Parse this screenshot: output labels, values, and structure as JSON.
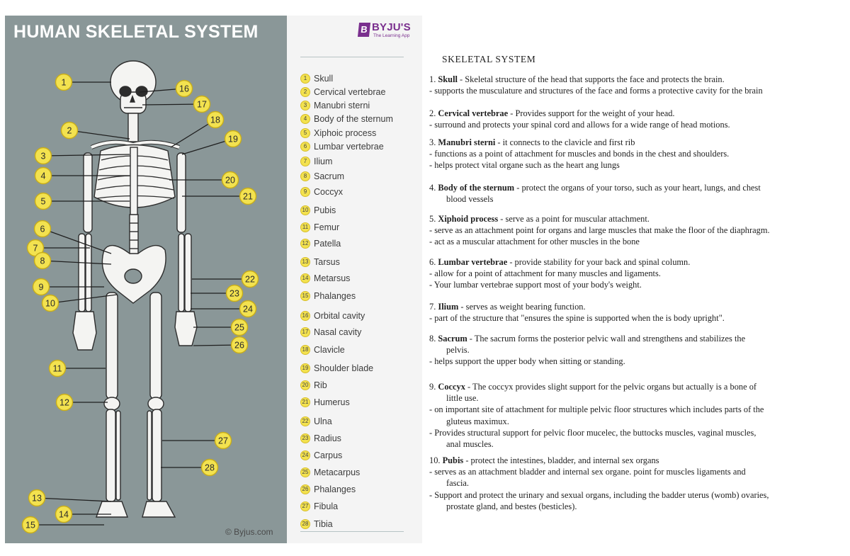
{
  "poster": {
    "title": "HUMAN SKELETAL SYSTEM",
    "brand": "BYJU'S",
    "brand_tagline": "The Learning App",
    "credit": "© Byjus.com",
    "legend": [
      {
        "n": "1",
        "label": "Skull"
      },
      {
        "n": "2",
        "label": "Cervical vertebrae"
      },
      {
        "n": "3",
        "label": "Manubri sterni"
      },
      {
        "n": "4",
        "label": "Body of the sternum"
      },
      {
        "n": "5",
        "label": "Xiphoic process"
      },
      {
        "n": "6",
        "label": "Lumbar vertebrae"
      },
      {
        "n": "7",
        "label": "Ilium"
      },
      {
        "n": "8",
        "label": "Sacrum"
      },
      {
        "n": "9",
        "label": "Coccyx"
      },
      {
        "n": "10",
        "label": "Pubis"
      },
      {
        "n": "11",
        "label": "Femur"
      },
      {
        "n": "12",
        "label": "Patella"
      },
      {
        "n": "13",
        "label": "Tarsus"
      },
      {
        "n": "14",
        "label": "Metarsus"
      },
      {
        "n": "15",
        "label": "Phalanges"
      },
      {
        "n": "16",
        "label": "Orbital cavity"
      },
      {
        "n": "17",
        "label": "Nasal cavity"
      },
      {
        "n": "18",
        "label": "Clavicle"
      },
      {
        "n": "19",
        "label": "Shoulder blade"
      },
      {
        "n": "20",
        "label": "Rib"
      },
      {
        "n": "21",
        "label": "Humerus"
      },
      {
        "n": "22",
        "label": "Ulna"
      },
      {
        "n": "23",
        "label": "Radius"
      },
      {
        "n": "24",
        "label": "Carpus"
      },
      {
        "n": "25",
        "label": "Metacarpus"
      },
      {
        "n": "26",
        "label": "Phalanges"
      },
      {
        "n": "27",
        "label": "Fibula"
      },
      {
        "n": "28",
        "label": "Tibia"
      }
    ],
    "callouts": [
      "1",
      "2",
      "3",
      "4",
      "5",
      "6",
      "7",
      "8",
      "9",
      "10",
      "11",
      "12",
      "13",
      "14",
      "15",
      "16",
      "17",
      "18",
      "19",
      "20",
      "21",
      "22",
      "23",
      "24",
      "25",
      "26",
      "27",
      "28"
    ]
  },
  "document": {
    "title": "SKELETAL SYSTEM",
    "entries": [
      {
        "num": "1.",
        "term": "Skull",
        "lines": [
          {
            "text": "  - Skeletal structure of the head that supports the face and protects the brain.",
            "cont": true
          },
          {
            "text": "- supports the musculature and structures of the face and forms a protective cavity for the brain"
          }
        ]
      },
      {
        "num": "2.",
        "term": "Cervical vertebrae",
        "lines": [
          {
            "text": " - Provides support for the weight of your head.",
            "cont": true
          },
          {
            "text": "- surround and protects your spinal cord and allows for a wide range of head motions."
          }
        ]
      },
      {
        "num": "3.",
        "term": "Manubri sterni",
        "lines": [
          {
            "text": " - it connects to the clavicle and first rib",
            "cont": true
          },
          {
            "text": "- functions as a point of attachment for muscles and bonds in the chest and shoulders."
          },
          {
            "text": "- helps protect vital organe such as the heart ang lungs"
          }
        ]
      },
      {
        "num": "4.",
        "term": "Body of the sternum",
        "lines": [
          {
            "text": " - protect the organs of your torso, such as your heart, lungs, and chest",
            "cont": true
          },
          {
            "text": "blood vessels",
            "indent": true
          }
        ]
      },
      {
        "num": "5.",
        "term": "Xiphoid process",
        "lines": [
          {
            "text": "  - serve as a point for muscular attachment.",
            "cont": true
          },
          {
            "text": "- serve as an attachment point for organs and large muscles that make the floor of the diaphragm."
          },
          {
            "text": "- act as a muscular attachment for other muscles in  the bone"
          }
        ]
      },
      {
        "num": "6.",
        "term": "Lumbar vertebrae",
        "lines": [
          {
            "text": " - provide stability for your back and spinal column.",
            "cont": true
          },
          {
            "text": "- allow for a point of attachment for many muscles and ligaments."
          },
          {
            "text": "- Your lumbar vertebrae support most of your body's weight."
          }
        ]
      },
      {
        "num": "7.",
        "term": "Ilium",
        "lines": [
          {
            "text": " -  serves as weight bearing function.",
            "cont": true
          },
          {
            "text": "- part of the structure that \"ensures the spine is supported when the is body upright\"."
          }
        ]
      },
      {
        "num": "8.",
        "term": "Sacrum",
        "lines": [
          {
            "text": " - The sacrum forms the posterior pelvic wall and strengthens and stabilizes the",
            "cont": true
          },
          {
            "text": "pelvis.",
            "indent": true
          },
          {
            "text": "- helps support the upper body when sitting or standing."
          }
        ]
      },
      {
        "num": "9.",
        "term": "Coccyx",
        "lines": [
          {
            "text": " - The coccyx provides slight support for the pelvic organs but actually is a bone of",
            "cont": true
          },
          {
            "text": "little use.",
            "indent": true
          },
          {
            "text": "- on important site of attachment for multiple pelvic floor structures which includes parts of the"
          },
          {
            "text": "gluteus maximux.",
            "indent": true
          },
          {
            "text": "- Provides structural support for pelvic floor mucelec, the buttocks muscles, vaginal muscles,"
          },
          {
            "text": "anal muscles.",
            "indent": true
          }
        ]
      },
      {
        "num": "10.",
        "term": "Pubis",
        "lines": [
          {
            "text": " - protect the intestines, bladder, and internal sex organs",
            "cont": true
          },
          {
            "text": " - serves as an attachment bladder and internal sex organe. point for muscles ligaments and"
          },
          {
            "text": "fascia.",
            "indent": true
          },
          {
            "text": "- Support and protect the urinary and sexual organs, including the badder uterus (womb) ovaries,"
          },
          {
            "text": "prostate gland, and bestes (besticles).",
            "indent": true
          }
        ]
      }
    ]
  }
}
